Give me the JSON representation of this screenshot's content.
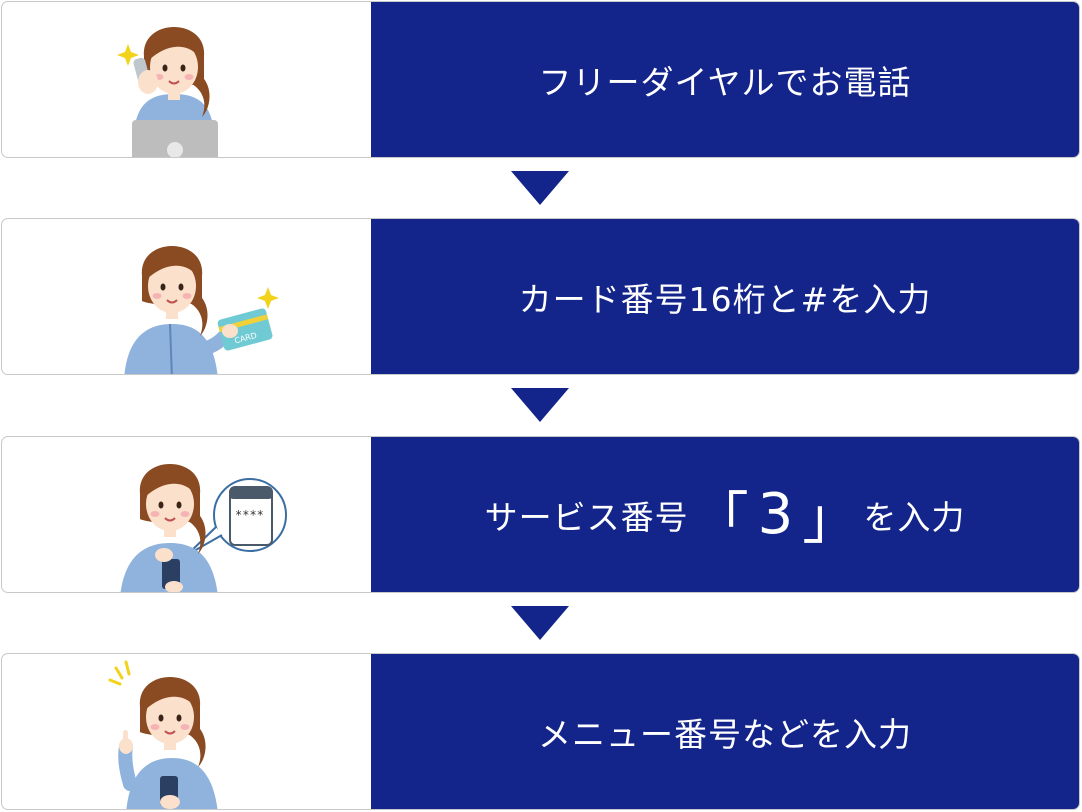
{
  "colors": {
    "accent": "#13248a",
    "arrow": "#13248a",
    "border": "#c8c8c8"
  },
  "steps": [
    {
      "label": "フリーダイヤルでお電話",
      "illustration": "woman-on-phone-at-laptop-icon"
    },
    {
      "label": "カード番号16桁と#を入力",
      "illustration": "woman-holding-card-icon"
    },
    {
      "label_before": "サービス番号",
      "label_bracket_open": "「",
      "label_number": "3",
      "label_bracket_close": "」",
      "label_after": "を入力",
      "illustration": "woman-entering-pin-icon"
    },
    {
      "label": "メニュー番号などを入力",
      "illustration": "woman-pointing-with-phone-icon"
    }
  ],
  "illustration_texts": {
    "card_text": "CARD",
    "pin_mask": "****"
  }
}
